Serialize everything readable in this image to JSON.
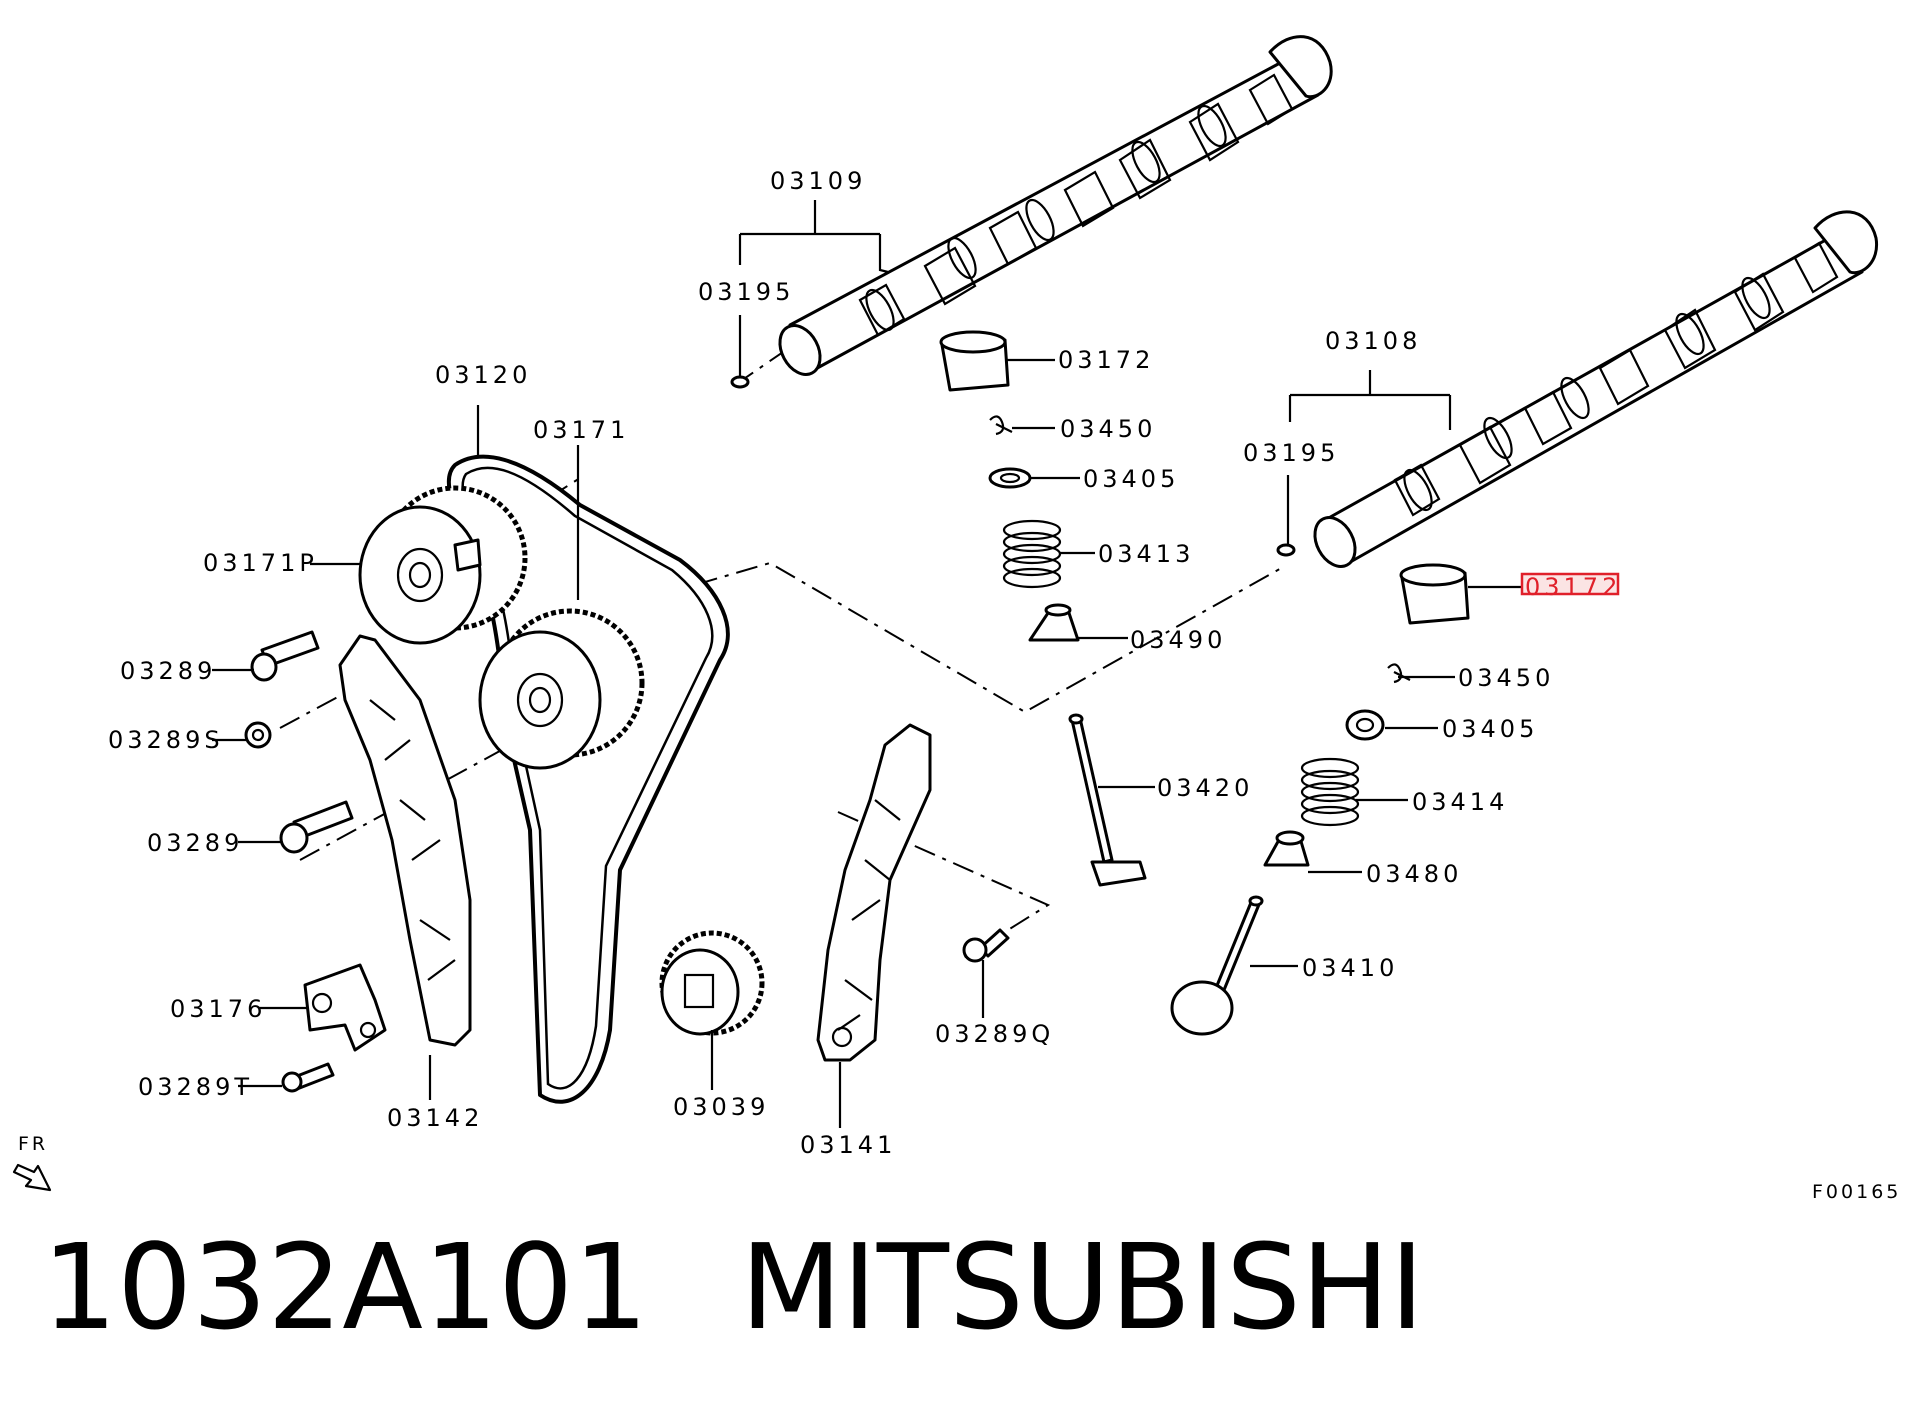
{
  "labels": {
    "l03109": "03109",
    "l03195a": "03195",
    "l03172a": "03172",
    "l03120": "03120",
    "l03171": "03171",
    "l03450a": "03450",
    "l03405a": "03405",
    "l03171p": "03171P",
    "l03413": "03413",
    "l03108": "03108",
    "l03195b": "03195",
    "l03172b": "03172",
    "l03490": "03490",
    "l03289a": "03289",
    "l03289s": "03289S",
    "l03450b": "03450",
    "l03405b": "03405",
    "l03420": "03420",
    "l03414": "03414",
    "l03289b": "03289",
    "l03480": "03480",
    "l03410": "03410",
    "l03176": "03176",
    "l03289q": "03289Q",
    "l03289t": "03289T",
    "l03142": "03142",
    "l03039": "03039",
    "l03141": "03141",
    "fr": "FR",
    "figure_code": "F00165"
  },
  "highlight_color": "#e0202a",
  "footer": {
    "part_number": "1032A101",
    "brand": "MITSUBISHI"
  }
}
